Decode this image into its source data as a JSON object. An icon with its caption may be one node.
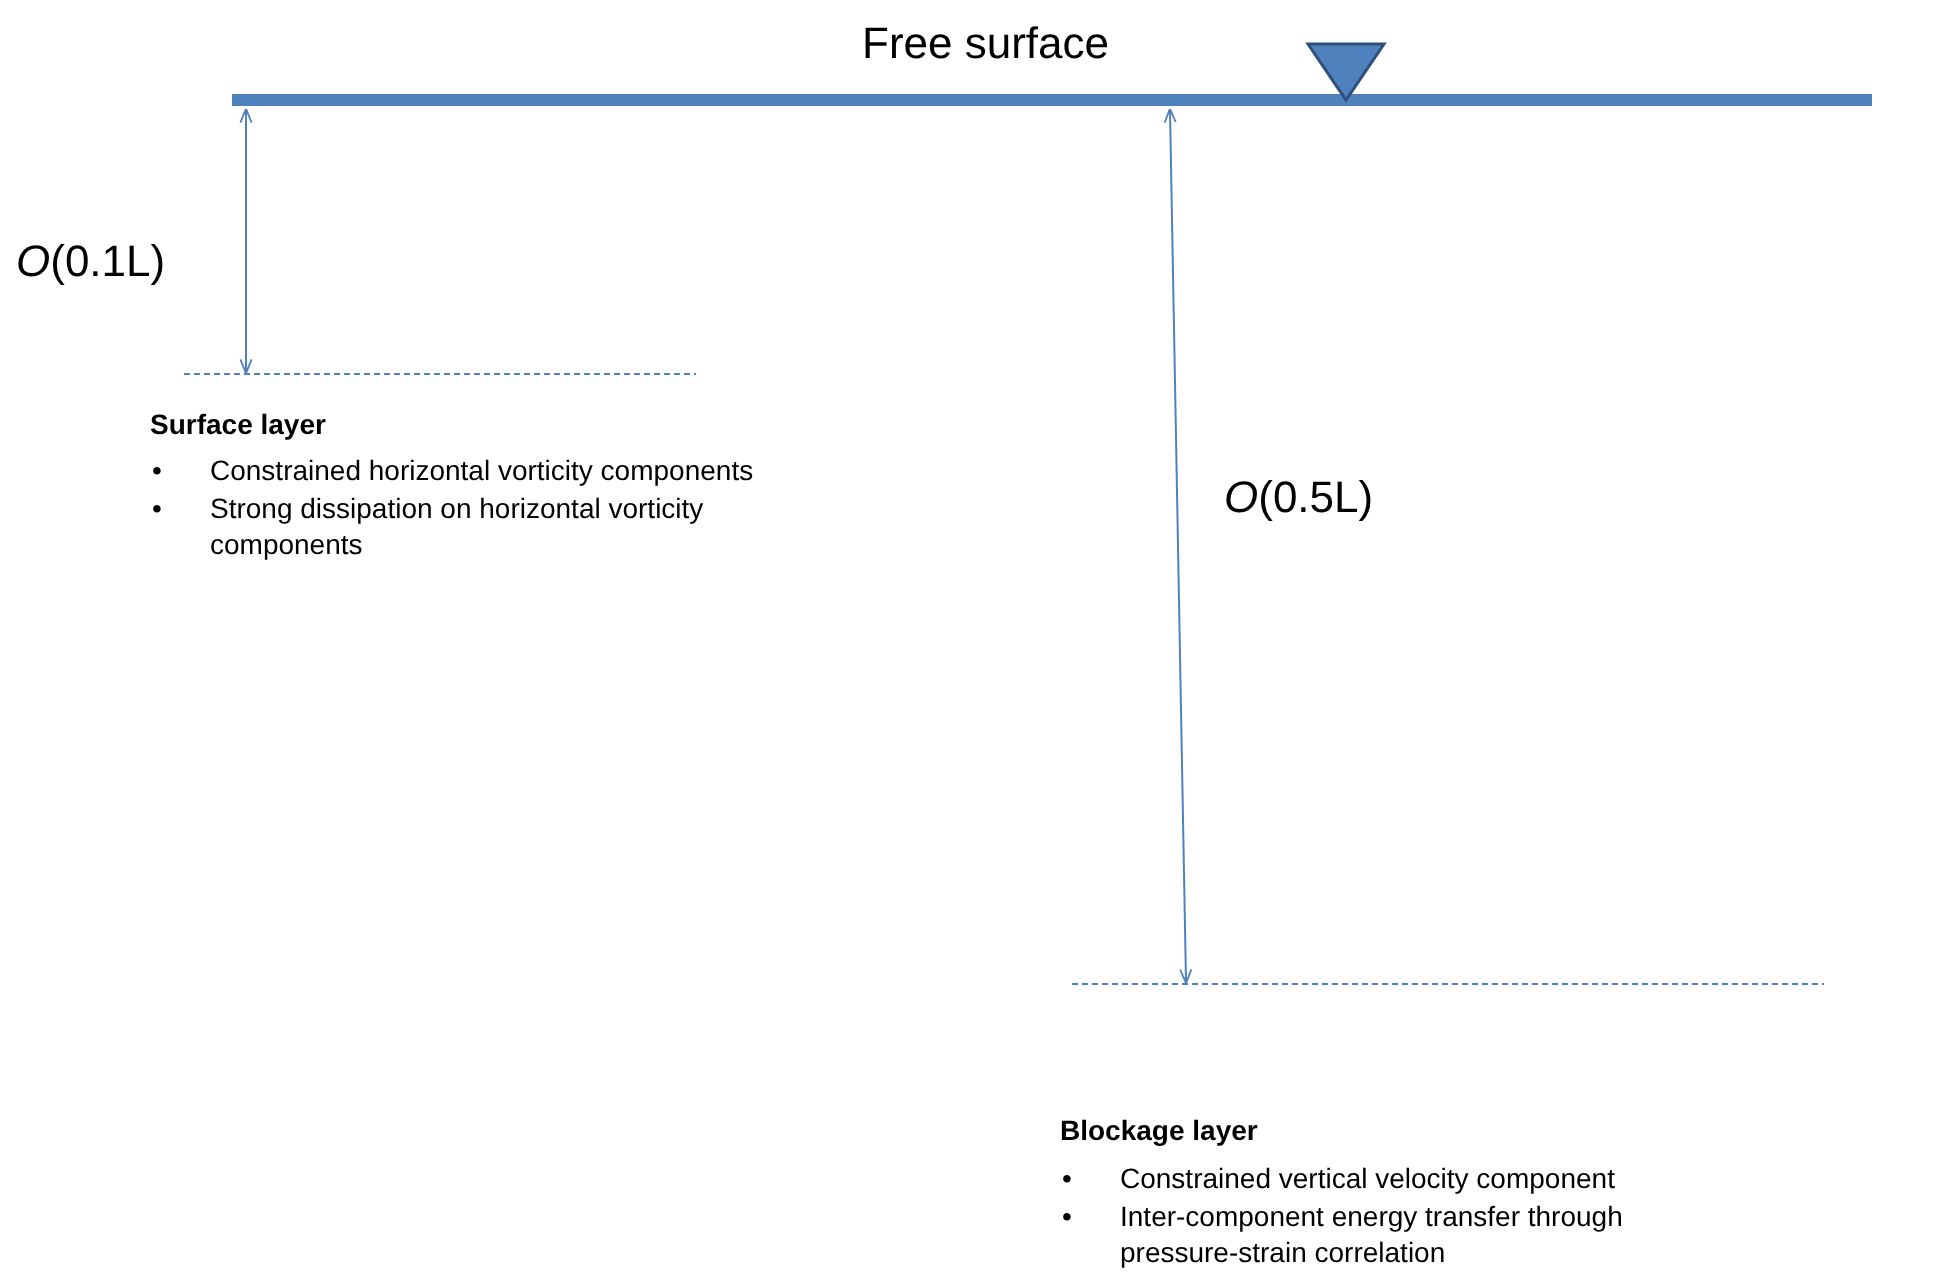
{
  "diagram": {
    "labels": [
      "Free surface",
      "*O*(0.1L)",
      "*O*(0.5L)",
      "Surface layer",
      "•",
      "Constrained horizontal vorticity components",
      "•",
      "Strong dissipation on horizontal vorticity components",
      "Blockage layer",
      "•",
      "Constrained vertical velocity component",
      "•",
      "Inter-component energy transfer through pressure-strain correlation"
    ]
  }
}
